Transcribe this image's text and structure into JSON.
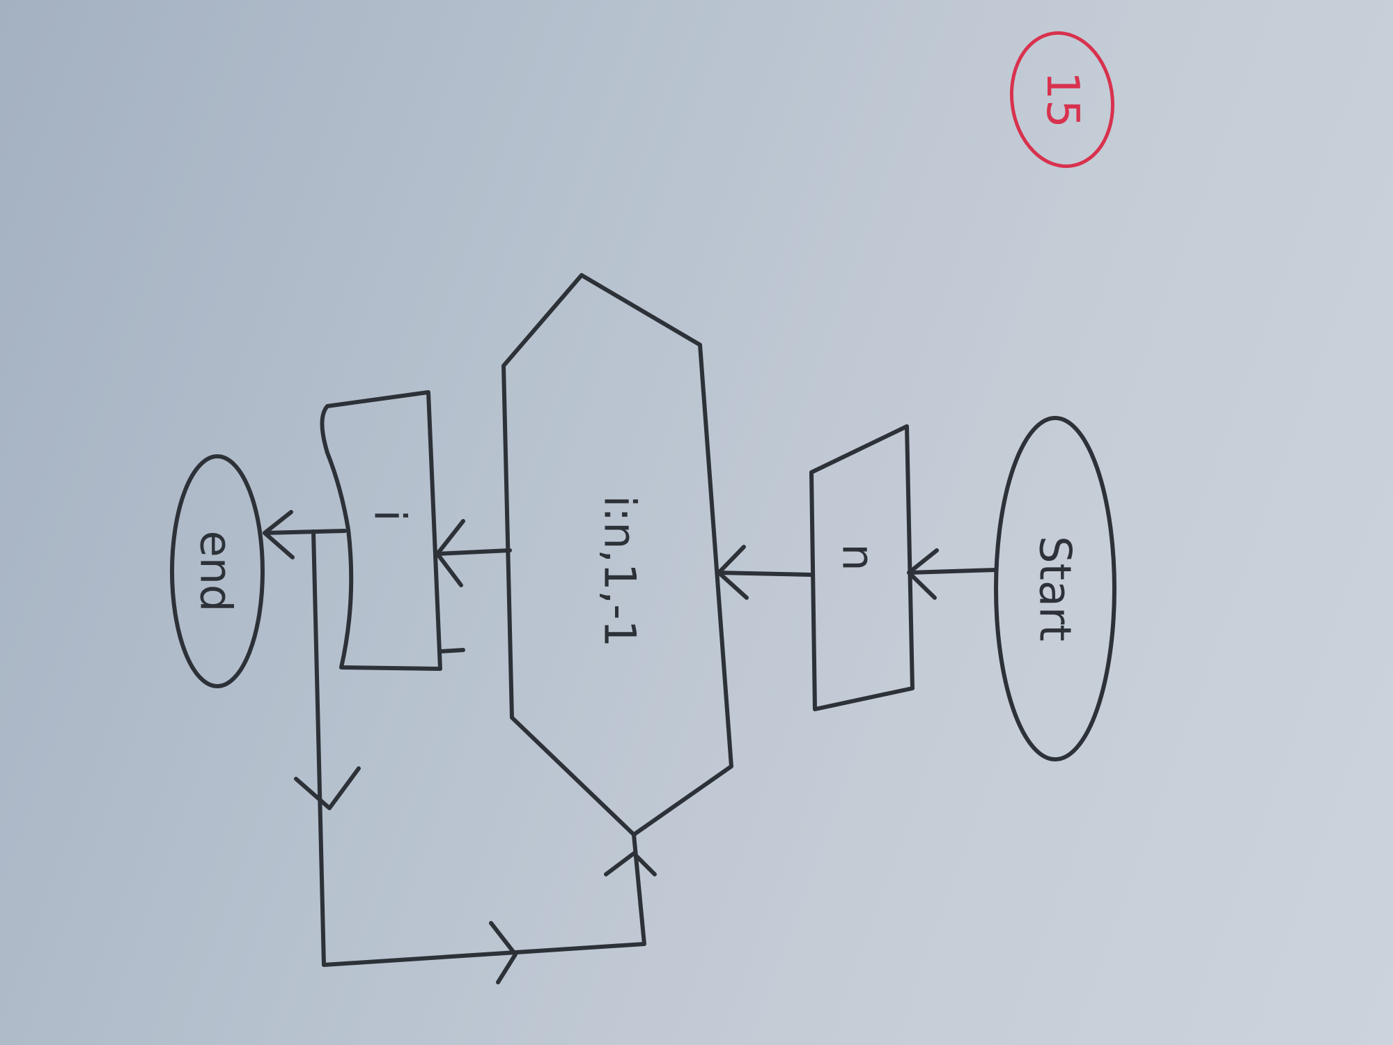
{
  "diagram": {
    "type": "flowchart",
    "page_number": "15",
    "nodes": {
      "start": {
        "shape": "terminal",
        "label": "Start"
      },
      "input": {
        "shape": "manual-input",
        "label": "n"
      },
      "loop": {
        "shape": "loop-hexagon",
        "label": "i:n,1,-1"
      },
      "output": {
        "shape": "document",
        "label": "i"
      },
      "end": {
        "shape": "terminal",
        "label": "end"
      }
    },
    "edges": [
      {
        "from": "start",
        "to": "input"
      },
      {
        "from": "input",
        "to": "loop"
      },
      {
        "from": "loop",
        "to": "output"
      },
      {
        "from": "output",
        "to": "end"
      },
      {
        "from": "output",
        "to": "loop"
      }
    ],
    "colors": {
      "ink": "#2d3138",
      "page_number_ink": "#d8324e",
      "paper": "#b6c1ce"
    }
  }
}
